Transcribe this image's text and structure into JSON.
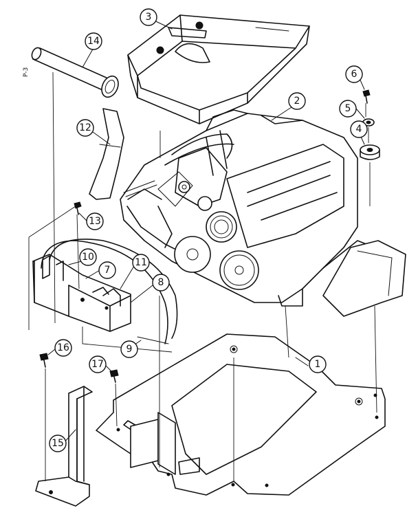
{
  "diagram": {
    "side_label": "P-3",
    "callouts": [
      "1",
      "2",
      "3",
      "4",
      "5",
      "6",
      "7",
      "8",
      "9",
      "10",
      "11",
      "12",
      "13",
      "14",
      "15",
      "16",
      "17"
    ]
  }
}
